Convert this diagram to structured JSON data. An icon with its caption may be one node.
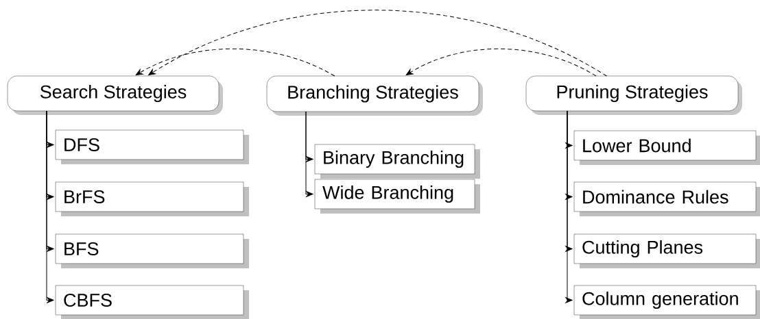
{
  "diagram": {
    "nodes": [
      {
        "text": [
          "Search Strategies"
        ]
      },
      {
        "text": [
          "DFS"
        ]
      },
      {
        "text": [
          "BrFS"
        ]
      },
      {
        "text": [
          "BFS"
        ]
      },
      {
        "text": [
          "CBFS"
        ]
      },
      {
        "text": [
          "Branching Strategies"
        ]
      },
      {
        "text": [
          "Binary Branching"
        ]
      },
      {
        "text": [
          "Wide Branching"
        ]
      },
      {
        "text": [
          "Pruning Strategies"
        ]
      },
      {
        "text": [
          "Lower Bound"
        ]
      },
      {
        "text": [
          "Dominance Rules"
        ]
      },
      {
        "text": [
          "Cutting Planes"
        ]
      },
      {
        "text": [
          "Column generation"
        ]
      }
    ],
    "edges": [
      {
        "from": 0,
        "to": 1,
        "arrow": "to"
      },
      {
        "from": 0,
        "to": 2,
        "arrow": "to"
      },
      {
        "from": 0,
        "to": 3,
        "arrow": "to"
      },
      {
        "from": 0,
        "to": 4,
        "arrow": "to"
      },
      {
        "from": 5,
        "to": 6,
        "arrow": "to"
      },
      {
        "from": 5,
        "to": 7,
        "arrow": "to"
      },
      {
        "from": 8,
        "to": 9,
        "arrow": "to"
      },
      {
        "from": 8,
        "to": 10,
        "arrow": "to"
      },
      {
        "from": 8,
        "to": 11,
        "arrow": "to"
      },
      {
        "from": 8,
        "to": 12,
        "arrow": "to"
      },
      {
        "from": 5,
        "to": 0,
        "arrow": "to",
        "style": "dashed"
      },
      {
        "from": 8,
        "to": 0,
        "arrow": "to",
        "style": "dashed"
      },
      {
        "from": 8,
        "to": 5,
        "arrow": "to",
        "style": "dashed"
      }
    ]
  }
}
